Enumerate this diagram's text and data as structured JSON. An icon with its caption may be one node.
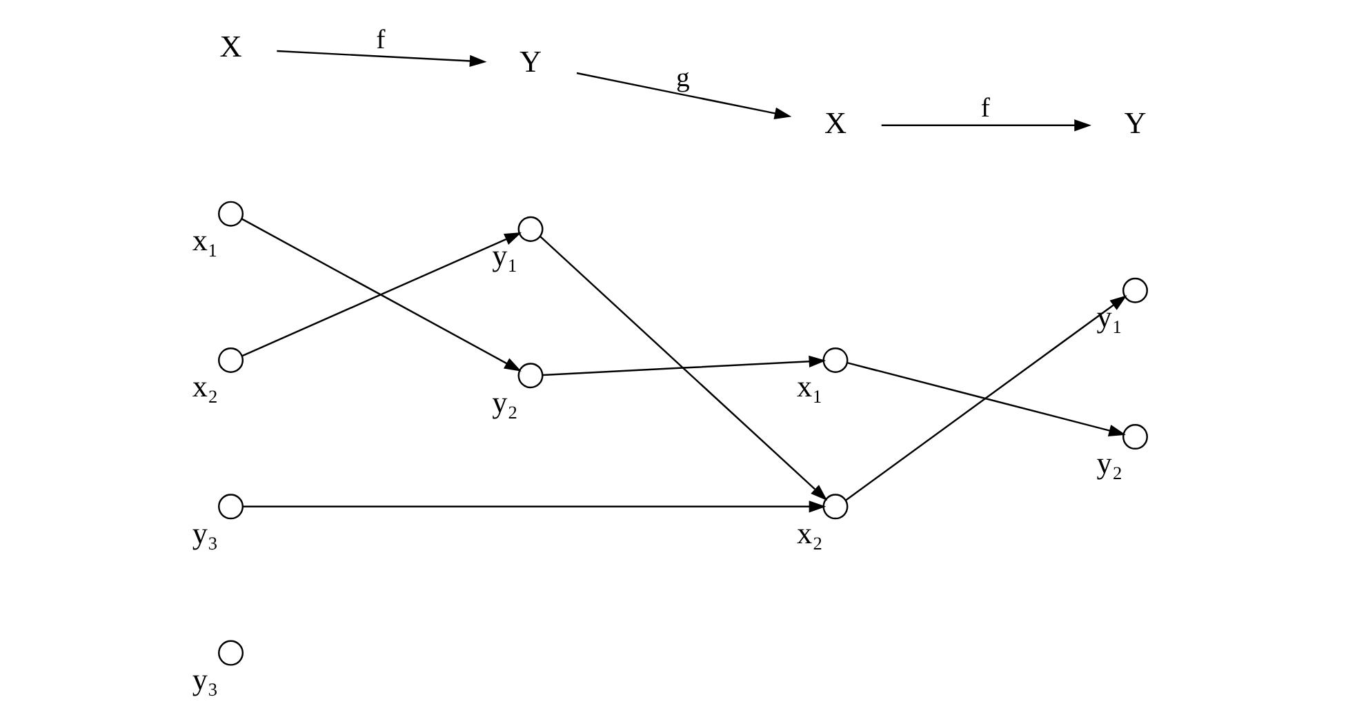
{
  "diagram": {
    "nodes": [
      {
        "text": [
          "X"
        ]
      },
      {
        "text": [
          "Y"
        ]
      },
      {
        "text": [
          "X"
        ]
      },
      {
        "text": [
          "Y"
        ]
      },
      {
        "text": [],
        "shape": "circle",
        "beside": [
          "x₁"
        ]
      },
      {
        "text": [],
        "shape": "circle",
        "beside": [
          "x₂"
        ]
      },
      {
        "text": [],
        "shape": "circle",
        "beside": [
          "y₁"
        ]
      },
      {
        "text": [],
        "shape": "circle",
        "beside": [
          "y₂"
        ]
      },
      {
        "text": [],
        "shape": "circle",
        "beside": [
          "y₃"
        ]
      },
      {
        "text": [],
        "shape": "circle",
        "beside": [
          "x₁"
        ]
      },
      {
        "text": [],
        "shape": "circle",
        "beside": [
          "x₂"
        ]
      },
      {
        "text": [],
        "shape": "circle",
        "beside": [
          "y₁"
        ]
      },
      {
        "text": [],
        "shape": "circle",
        "beside": [
          "y₂"
        ]
      },
      {
        "text": [],
        "shape": "circle",
        "beside": [
          "y₃"
        ]
      }
    ],
    "edges": [
      {
        "from": 0,
        "to": 1,
        "arrow": "to",
        "label": "f"
      },
      {
        "from": 1,
        "to": 2,
        "arrow": "to",
        "label": "g"
      },
      {
        "from": 2,
        "to": 3,
        "arrow": "to",
        "label": "f"
      },
      {
        "from": 4,
        "to": 7,
        "arrow": "to"
      },
      {
        "from": 5,
        "to": 6,
        "arrow": "to"
      },
      {
        "from": 6,
        "to": 10,
        "arrow": "to"
      },
      {
        "from": 7,
        "to": 9,
        "arrow": "to"
      },
      {
        "from": 8,
        "to": 10,
        "arrow": "to"
      },
      {
        "from": 9,
        "to": 12,
        "arrow": "to"
      },
      {
        "from": 10,
        "to": 11,
        "arrow": "to"
      }
    ]
  }
}
